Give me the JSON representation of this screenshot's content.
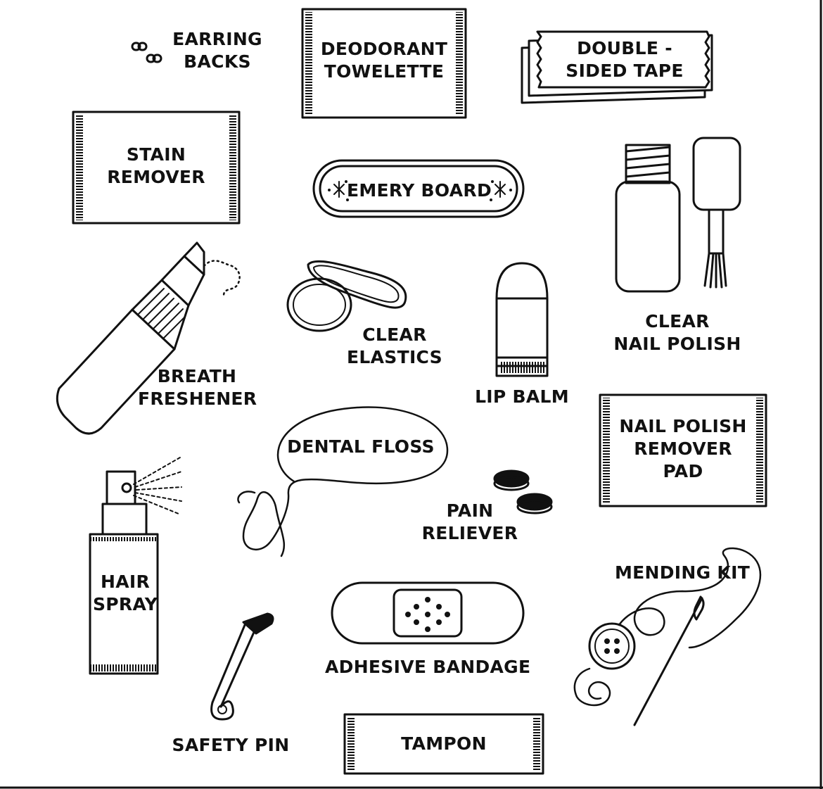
{
  "colors": {
    "ink": "#111111",
    "background": "#ffffff"
  },
  "items": {
    "earring_backs": {
      "icon": "earring-backs-icon",
      "lines": [
        "EARRING",
        "BACKS"
      ]
    },
    "deodorant_towelette": {
      "icon": "towelette-packet-icon",
      "lines": [
        "DEODORANT",
        "TOWELETTE"
      ]
    },
    "double_sided_tape": {
      "icon": "tape-strips-icon",
      "lines": [
        "DOUBLE -",
        "SIDED TAPE"
      ]
    },
    "stain_remover": {
      "icon": "stain-remover-packet-icon",
      "lines": [
        "STAIN",
        "REMOVER"
      ]
    },
    "emery_board": {
      "icon": "emery-board-icon",
      "lines": [
        "EMERY BOARD"
      ]
    },
    "clear_nail_polish": {
      "icon": "nail-polish-bottle-icon",
      "lines": [
        "CLEAR",
        "NAIL POLISH"
      ]
    },
    "breath_freshener": {
      "icon": "breath-spray-bottle-icon",
      "lines": [
        "BREATH",
        "FRESHENER"
      ]
    },
    "clear_elastics": {
      "icon": "hair-elastics-icon",
      "lines": [
        "CLEAR",
        "ELASTICS"
      ]
    },
    "lip_balm": {
      "icon": "lip-balm-icon",
      "lines": [
        "LIP BALM"
      ]
    },
    "dental_floss": {
      "icon": "floss-string-icon",
      "lines": [
        "DENTAL FLOSS"
      ]
    },
    "nail_polish_remover_pad": {
      "icon": "remover-pad-packet-icon",
      "lines": [
        "NAIL POLISH",
        "REMOVER",
        "PAD"
      ]
    },
    "pain_reliever": {
      "icon": "pills-icon",
      "lines": [
        "PAIN",
        "RELIEVER"
      ]
    },
    "hair_spray": {
      "icon": "hair-spray-can-icon",
      "lines": [
        "HAIR",
        "SPRAY"
      ]
    },
    "mending_kit": {
      "icon": "needle-button-icon",
      "lines": [
        "MENDING KIT"
      ]
    },
    "adhesive_bandage": {
      "icon": "bandage-icon",
      "lines": [
        "ADHESIVE BANDAGE"
      ]
    },
    "safety_pin": {
      "icon": "safety-pin-icon",
      "lines": [
        "SAFETY PIN"
      ]
    },
    "tampon": {
      "icon": "tampon-packet-icon",
      "lines": [
        "TAMPON"
      ]
    }
  }
}
